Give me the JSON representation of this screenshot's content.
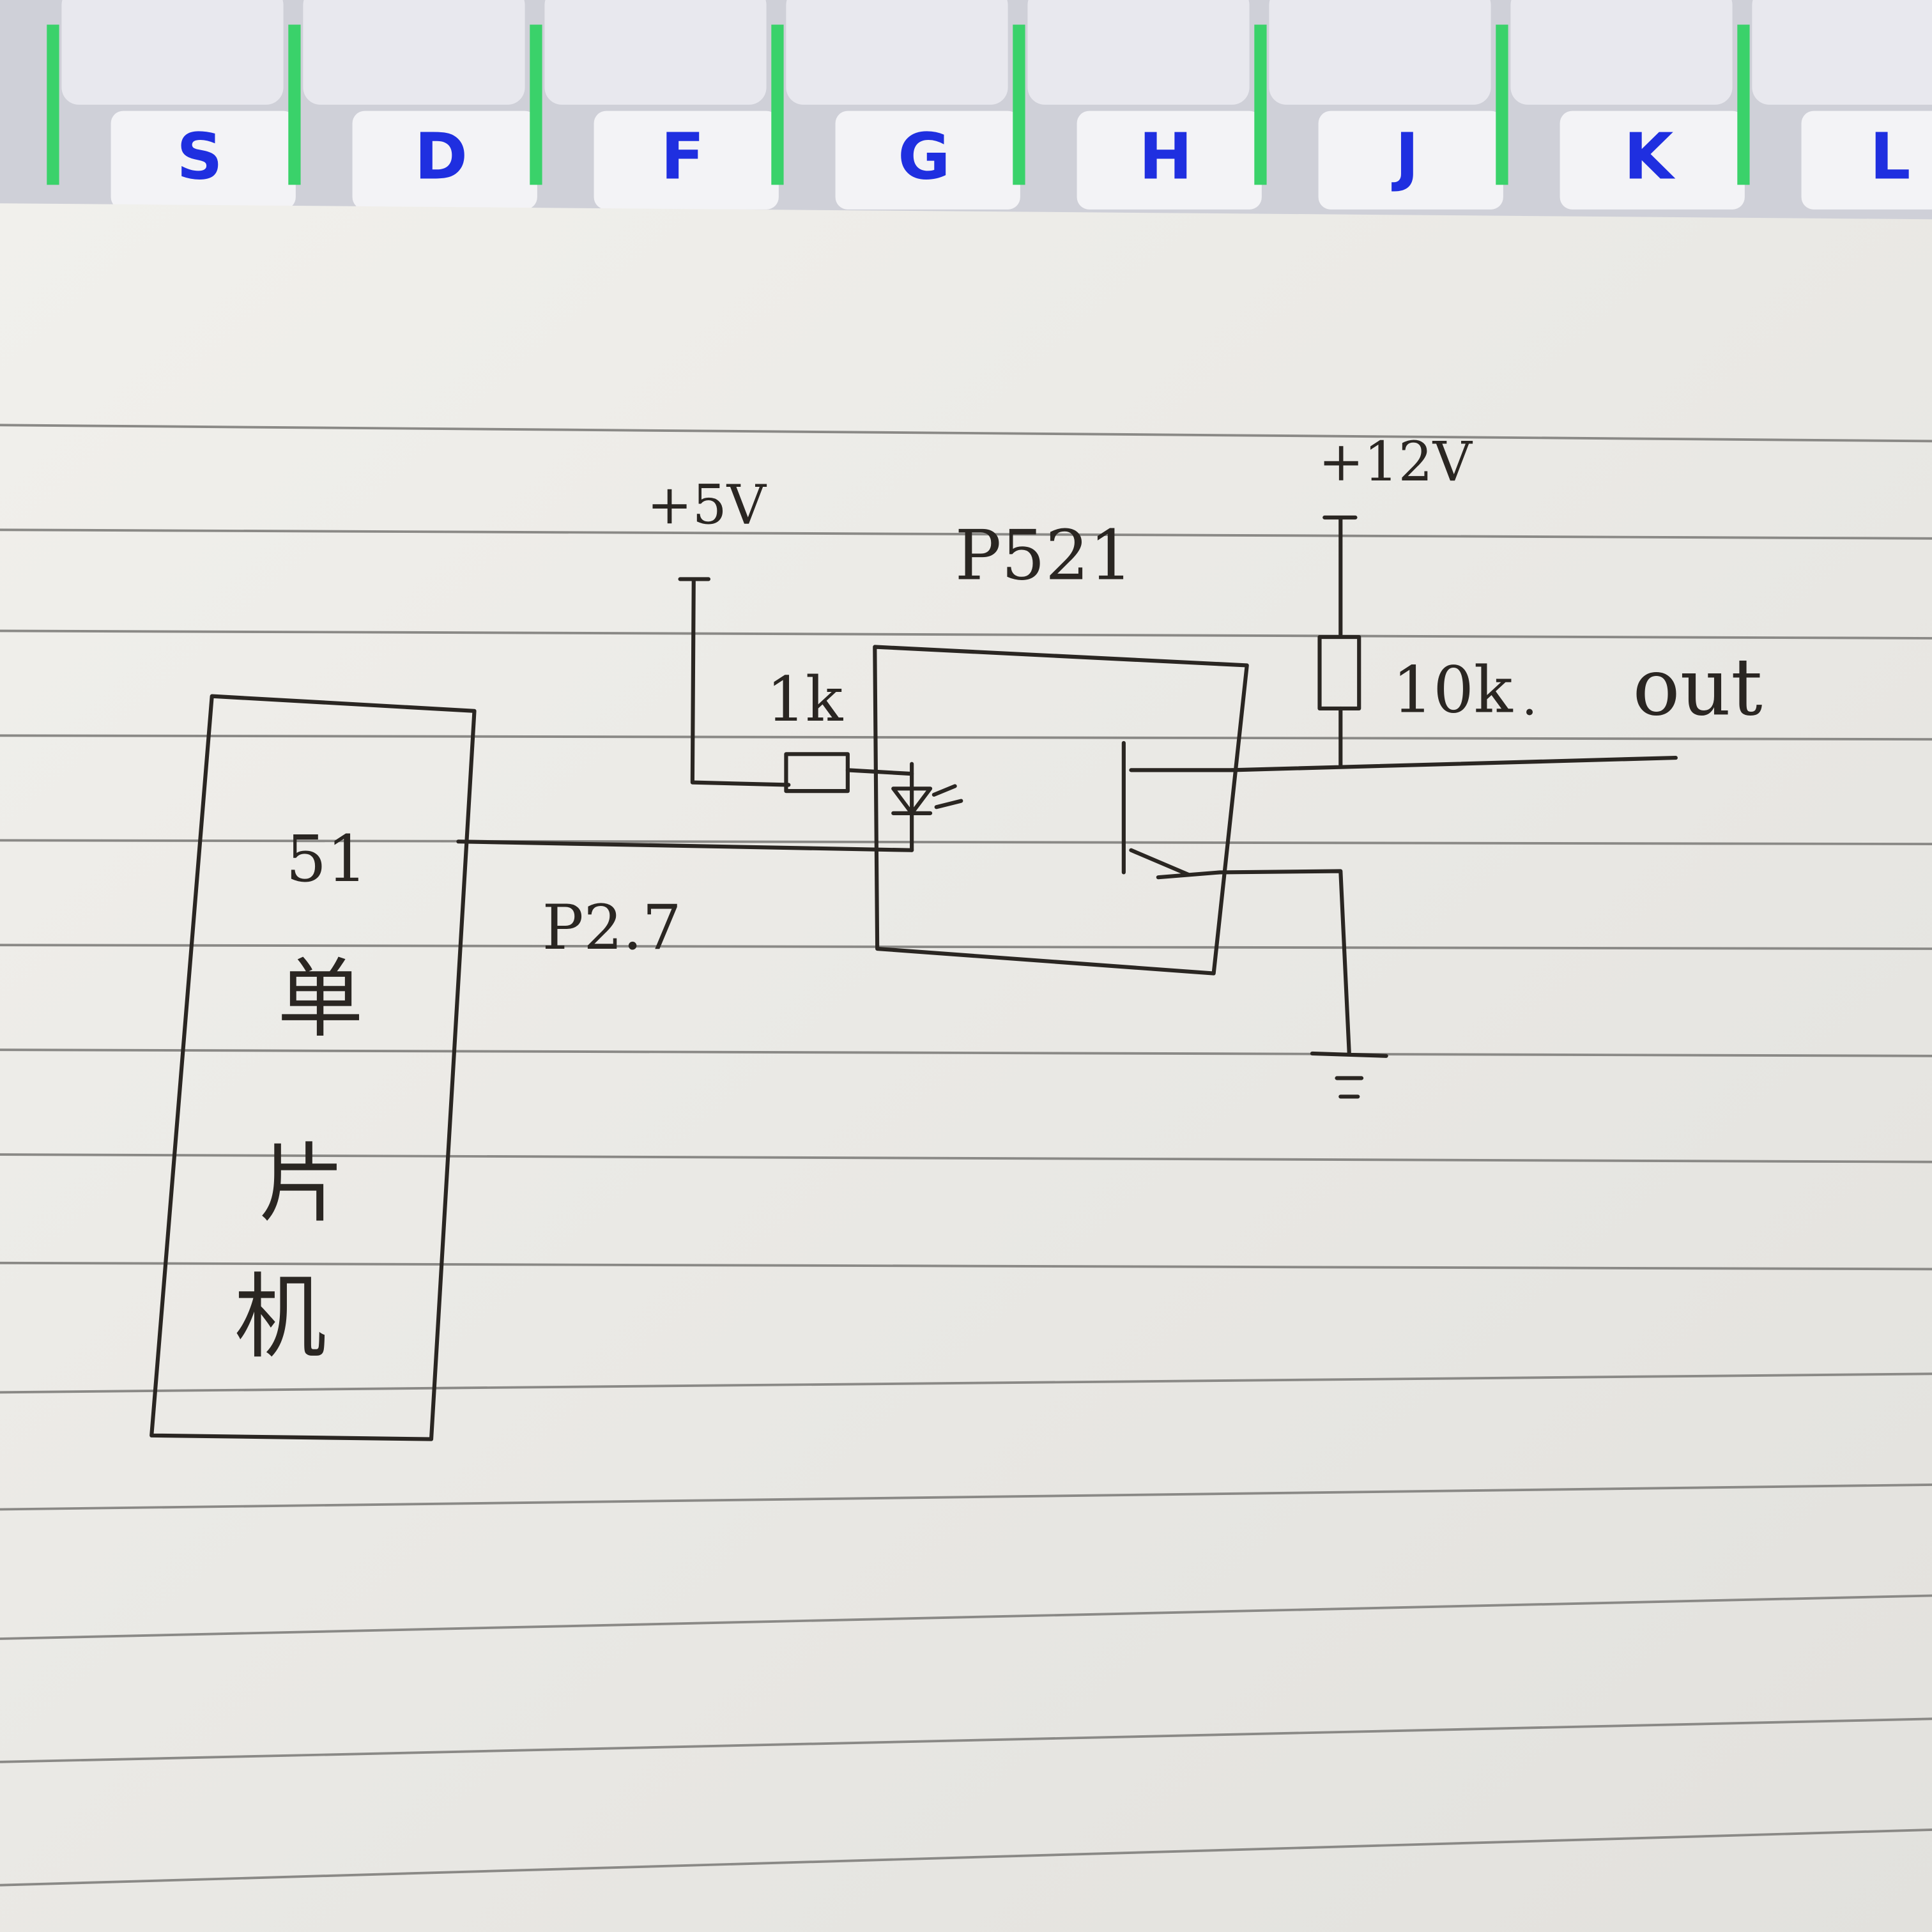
{
  "keyboard": {
    "keys": [
      "S",
      "D",
      "F",
      "G",
      "H",
      "J",
      "K",
      "L"
    ],
    "key_label_color": "#1f2fe0",
    "backlight_color": "#3ad26a"
  },
  "schematic": {
    "mcu_label_line1": "51",
    "mcu_label_chars": [
      "单",
      "片",
      "机"
    ],
    "pin_label": "P2.7",
    "supply_5v": "+5V",
    "resistor_1": "1k",
    "optocoupler": "P521",
    "supply_12v": "+12V",
    "resistor_2": "10k",
    "output_label": "out",
    "ink_color": "#2a2622",
    "paper_color": "#eeede9"
  }
}
